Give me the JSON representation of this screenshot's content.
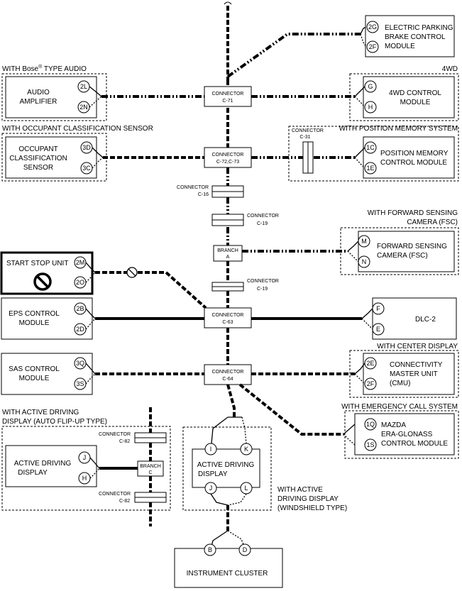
{
  "diagram": {
    "groups": {
      "bose": "WITH Bose",
      "bose_sup": "®",
      "bose_tail": " TYPE AUDIO",
      "fwd4": "4WD",
      "occupant": "WITH OCCUPANT CLASSIFICATION SENSOR",
      "position": "WITH POSITION MEMORY SYSTEM",
      "fsc_line1": "WITH FORWARD SENSING",
      "fsc_line2": "CAMERA (FSC)",
      "center_display": "WITH CENTER DISPLAY",
      "emergency": "WITH EMERGENCY CALL SYSTEM",
      "add_flip_line1": "WITH ACTIVE DRIVING",
      "add_flip_line2": "DISPLAY (AUTO FLIP-UP TYPE)",
      "add_ws_line1": "WITH ACTIVE",
      "add_ws_line2": "DRIVING DISPLAY",
      "add_ws_line3": "(WINDSHIELD TYPE)"
    },
    "modules": {
      "epb": {
        "l1": "ELECTRIC PARKING",
        "l2": "BRAKE CONTROL",
        "l3": "MODULE",
        "pins": [
          "2G",
          "2F"
        ]
      },
      "audio": {
        "l1": "AUDIO",
        "l2": "AMPLIFIER",
        "pins": [
          "2L",
          "2N"
        ]
      },
      "fwd4": {
        "l1": "4WD CONTROL",
        "l2": "MODULE",
        "pins": [
          "G",
          "H"
        ]
      },
      "occupant": {
        "l1": "OCCUPANT",
        "l2": "CLASSIFICATION",
        "l3": "SENSOR",
        "pins": [
          "3D",
          "3C"
        ]
      },
      "position": {
        "l1": "POSITION MEMORY",
        "l2": "CONTROL MODULE",
        "pins": [
          "1C",
          "1E"
        ]
      },
      "fsc": {
        "l1": "FORWARD SENSING",
        "l2": "CAMERA (FSC)",
        "pins": [
          "M",
          "N"
        ]
      },
      "start_stop": {
        "l1": "START STOP UNIT",
        "pins": [
          "2M",
          "2O"
        ]
      },
      "eps": {
        "l1": "EPS CONTROL",
        "l2": "MODULE",
        "pins": [
          "2B",
          "2D"
        ]
      },
      "dlc": {
        "l1": "DLC-2",
        "pins": [
          "F",
          "E"
        ]
      },
      "sas": {
        "l1": "SAS CONTROL",
        "l2": "MODULE",
        "pins": [
          "3Q",
          "3S"
        ]
      },
      "cmu": {
        "l1": "CONNECTIVITY",
        "l2": "MASTER UNIT",
        "l3": "(CMU)",
        "pins": [
          "2E",
          "2F"
        ]
      },
      "era": {
        "l1": "MAZDA",
        "l2": "ERA-GLONASS",
        "l3": "CONTROL MODULE",
        "pins": [
          "1Q",
          "1S"
        ]
      },
      "add_flip": {
        "l1": "ACTIVE DRIVING",
        "l2": "DISPLAY",
        "pins": [
          "J",
          "H"
        ]
      },
      "add_ws": {
        "l1": "ACTIVE DRIVING",
        "l2": "DISPLAY",
        "pins": [
          "I",
          "K",
          "J",
          "L"
        ]
      },
      "cluster": {
        "l1": "INSTRUMENT CLUSTER",
        "pins": [
          "B",
          "D"
        ]
      }
    },
    "connectors": {
      "c71": {
        "l1": "CONNECTOR",
        "l2": "C-71"
      },
      "c72": {
        "l1": "CONNECTOR",
        "l2": "C-72,C-73"
      },
      "c31": {
        "l1": "CONNECTOR",
        "l2": "C-31"
      },
      "c16": {
        "l1": "CONNECTOR",
        "l2": "C-16"
      },
      "c19a": {
        "l1": "CONNECTOR",
        "l2": "C-19"
      },
      "branch_a": {
        "l1": "BRANCH",
        "l2": "A"
      },
      "c19b": {
        "l1": "CONNECTOR",
        "l2": "C-19"
      },
      "c63": {
        "l1": "CONNECTOR",
        "l2": "C-63"
      },
      "c64": {
        "l1": "CONNECTOR",
        "l2": "C-64"
      },
      "c82a": {
        "l1": "CONNECTOR",
        "l2": "C-82"
      },
      "branch_c": {
        "l1": "BRANCH",
        "l2": "C"
      },
      "c82b": {
        "l1": "CONNECTOR",
        "l2": "C-82"
      }
    }
  }
}
